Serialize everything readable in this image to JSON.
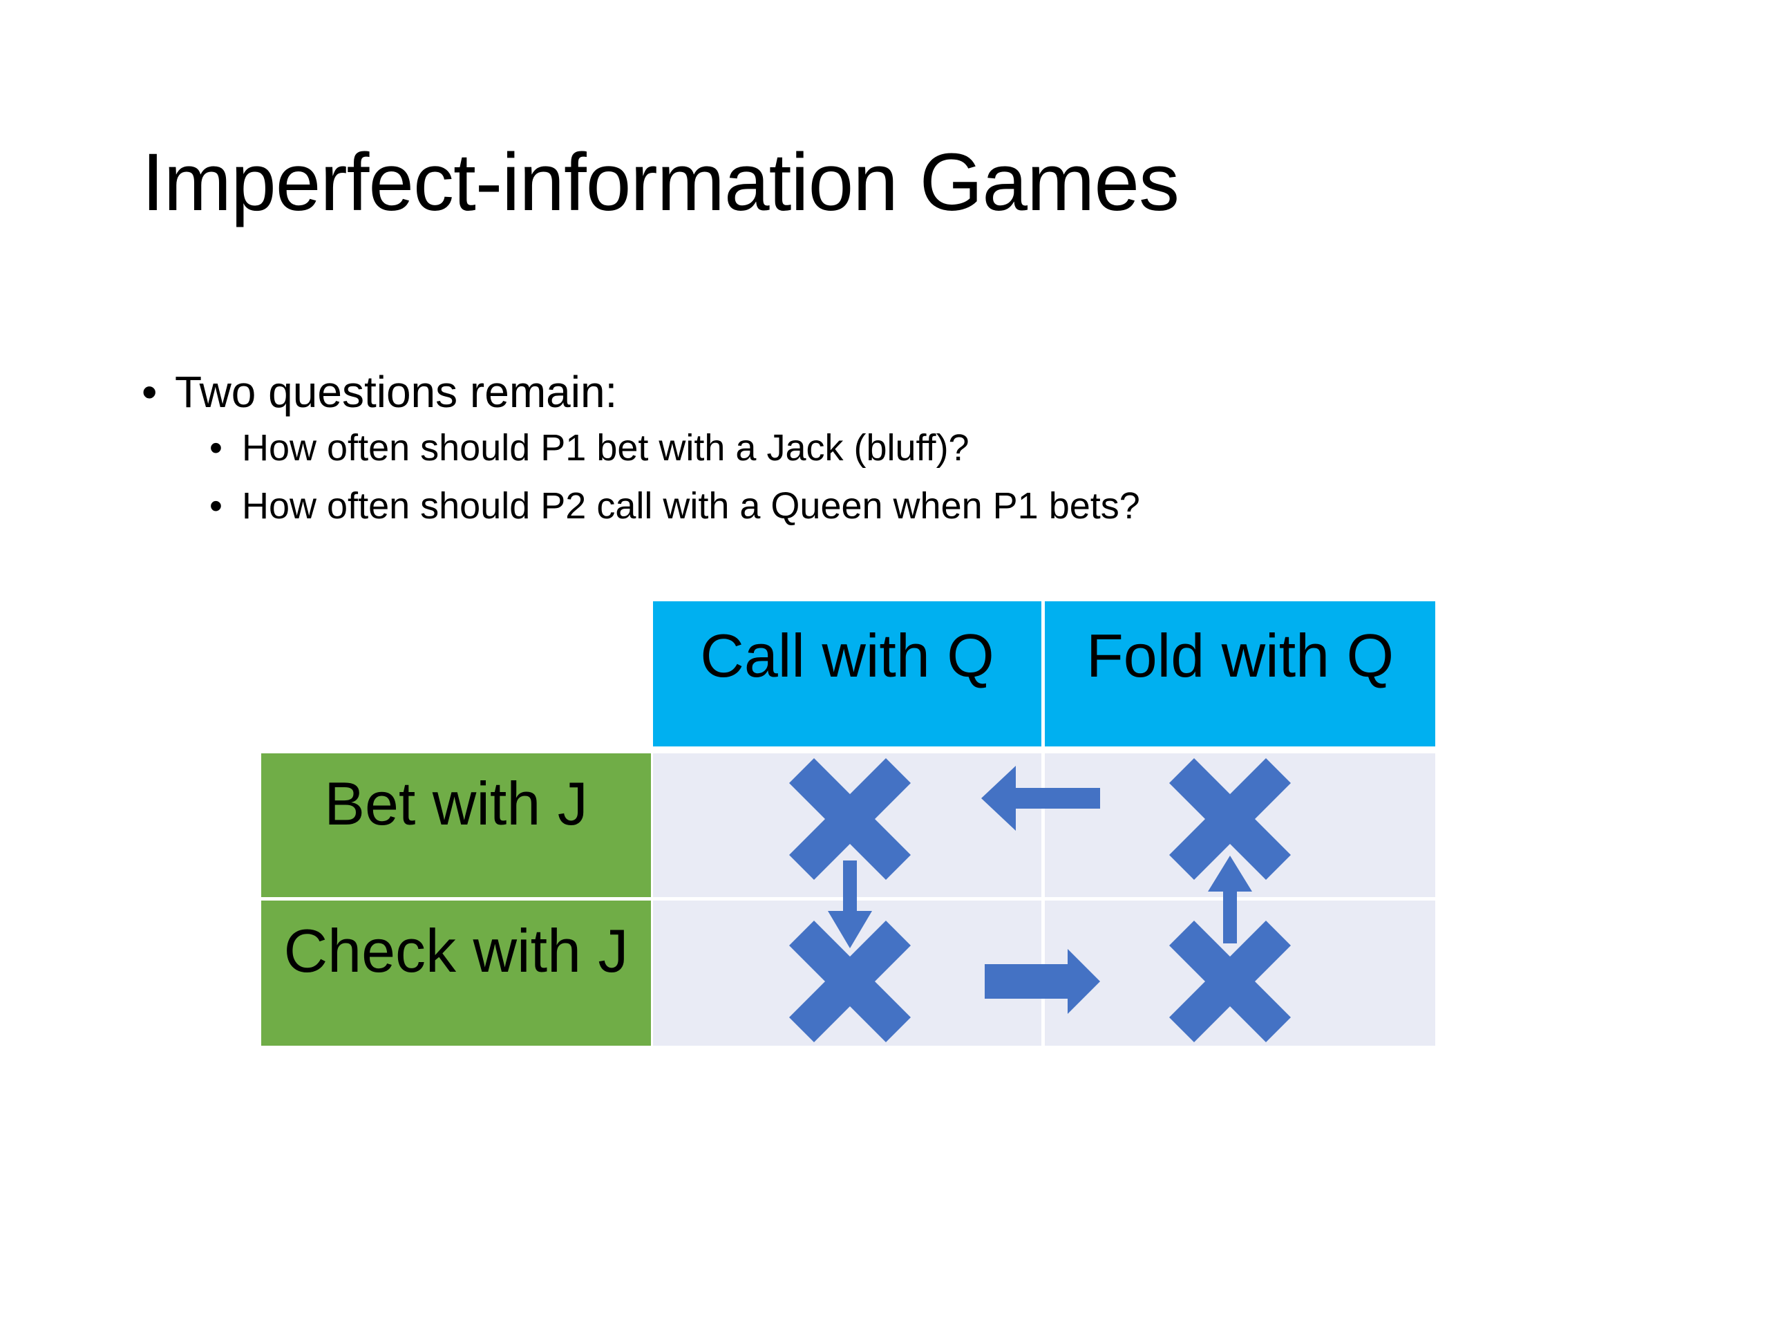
{
  "title": "Imperfect-information Games",
  "bullet": {
    "text": "Two questions remain:",
    "subitems": [
      "How often should P1 bet with a Jack (bluff)?",
      "How often should P2 call with a Queen when P1 bets?"
    ]
  },
  "matrix": {
    "columns": [
      "Call with Q",
      "Fold with Q"
    ],
    "rows": [
      "Bet with J",
      "Check with J"
    ],
    "cells": [
      [
        "x-mark-icon",
        "x-mark-icon"
      ],
      [
        "x-mark-icon",
        "x-mark-icon"
      ]
    ],
    "arrows": [
      "arrow-left-icon",
      "arrow-down-icon",
      "arrow-up-icon",
      "arrow-right-icon"
    ]
  },
  "colors": {
    "header_fill": "#00b0f0",
    "row_header_fill": "#70ad47",
    "body_fill": "#e9ebf5",
    "marker_fill": "#4472c4"
  }
}
